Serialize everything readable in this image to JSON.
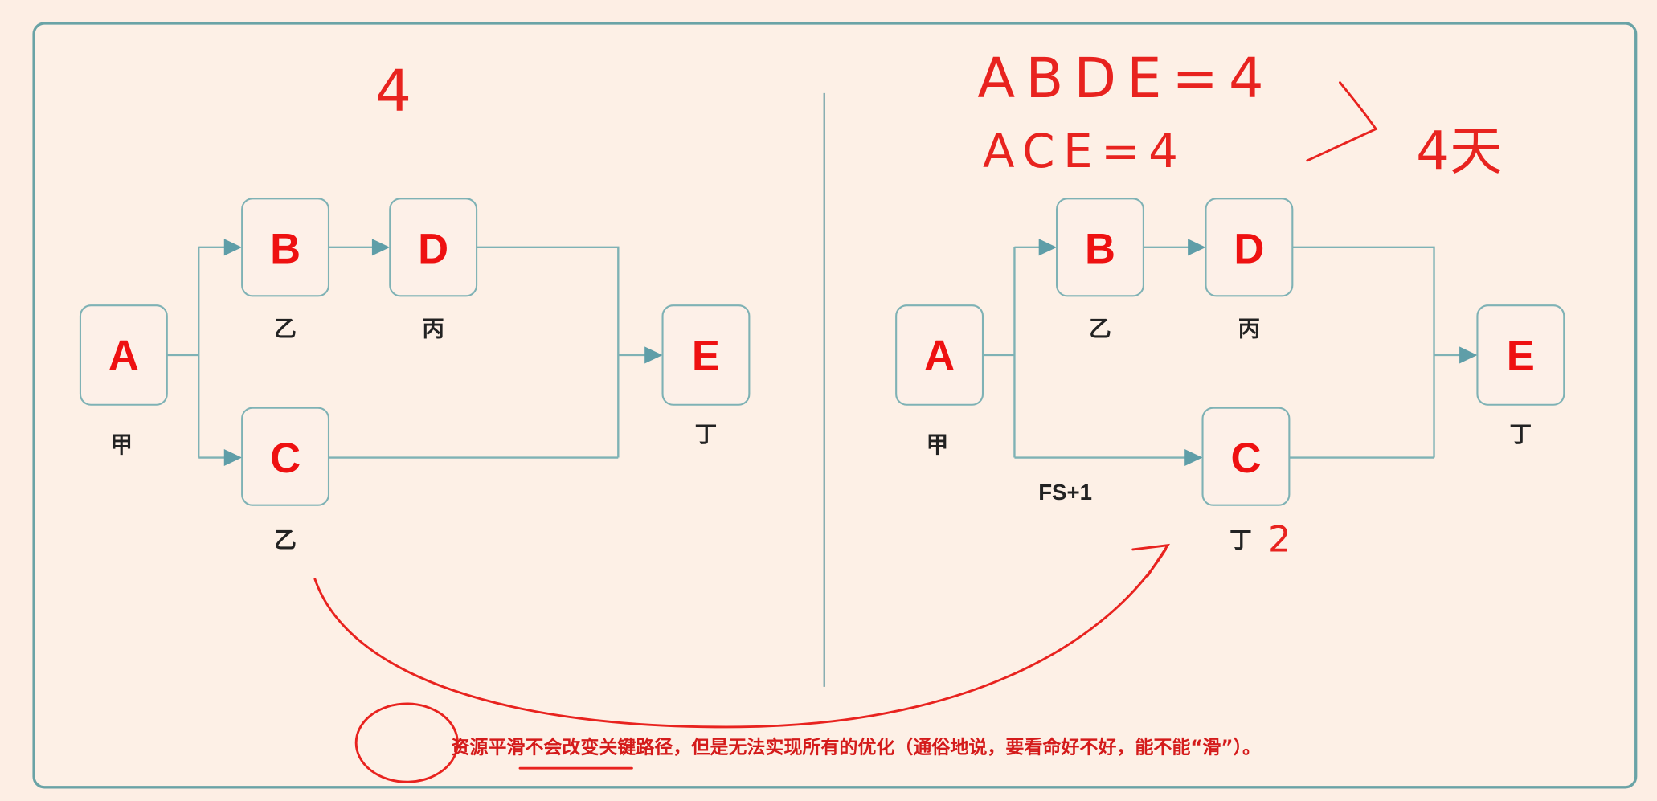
{
  "left_diagram": {
    "nodes": {
      "A": "A",
      "B": "B",
      "C": "C",
      "D": "D",
      "E": "E"
    },
    "resources": {
      "A": "甲",
      "B": "乙",
      "C": "乙",
      "D": "丙",
      "E": "丁"
    },
    "annotation": "4"
  },
  "right_diagram": {
    "nodes": {
      "A": "A",
      "B": "B",
      "C": "C",
      "D": "D",
      "E": "E"
    },
    "resources": {
      "A": "甲",
      "B": "乙",
      "C": "丁",
      "D": "丙",
      "E": "丁"
    },
    "lag_label": "FS+1",
    "annotation_c_resource": "2",
    "annotation_path1": "ABDE=4",
    "annotation_path2": "ACE=4",
    "annotation_result": "4天"
  },
  "footer_note": "资源平滑不会改变关键路径，但是无法实现所有的优化（通俗地说，要看命好不好，能不能“滑”）。",
  "colors": {
    "frame": "#6aa3a6",
    "node_text": "#ee1111",
    "ink": "#e8231f",
    "background": "#fdeee4"
  }
}
